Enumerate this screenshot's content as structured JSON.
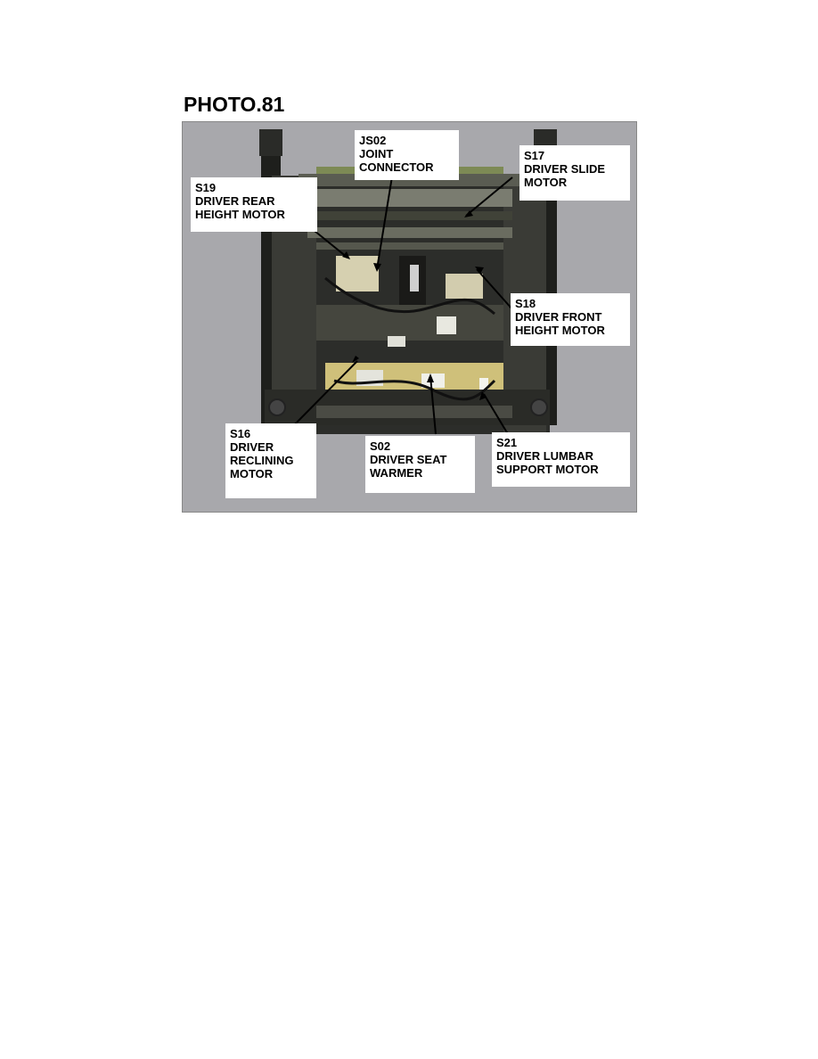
{
  "document": {
    "title": "PHOTO.81"
  },
  "photo": {
    "background_color": "#a8a8ac",
    "callouts": [
      {
        "id": "js02",
        "lines": [
          "JS02",
          "JOINT",
          "CONNECTOR"
        ]
      },
      {
        "id": "s17",
        "lines": [
          "S17",
          "DRIVER SLIDE",
          "MOTOR"
        ]
      },
      {
        "id": "s19",
        "lines": [
          "S19",
          "DRIVER REAR",
          "HEIGHT MOTOR"
        ]
      },
      {
        "id": "s18",
        "lines": [
          "S18",
          "DRIVER FRONT",
          "HEIGHT MOTOR"
        ]
      },
      {
        "id": "s16",
        "lines": [
          "S16",
          "DRIVER",
          "RECLINING",
          "MOTOR"
        ]
      },
      {
        "id": "s02",
        "lines": [
          "S02",
          "DRIVER SEAT",
          "WARMER"
        ]
      },
      {
        "id": "s21",
        "lines": [
          "S21",
          "DRIVER LUMBAR",
          "SUPPORT MOTOR"
        ]
      }
    ]
  }
}
